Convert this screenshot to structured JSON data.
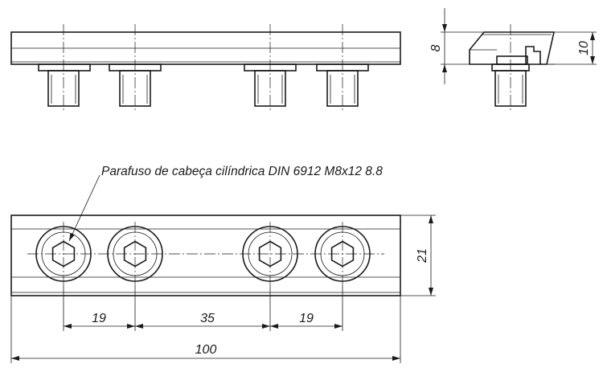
{
  "diagram": {
    "callout": "Parafuso de cabeça cilíndrica DIN 6912 M8x12 8.8",
    "dimensions": {
      "spacing_left": "19",
      "spacing_middle": "35",
      "spacing_right": "19",
      "total_length": "100",
      "plan_width": "21",
      "side_height_inner": "8",
      "side_height_outer": "10"
    }
  }
}
